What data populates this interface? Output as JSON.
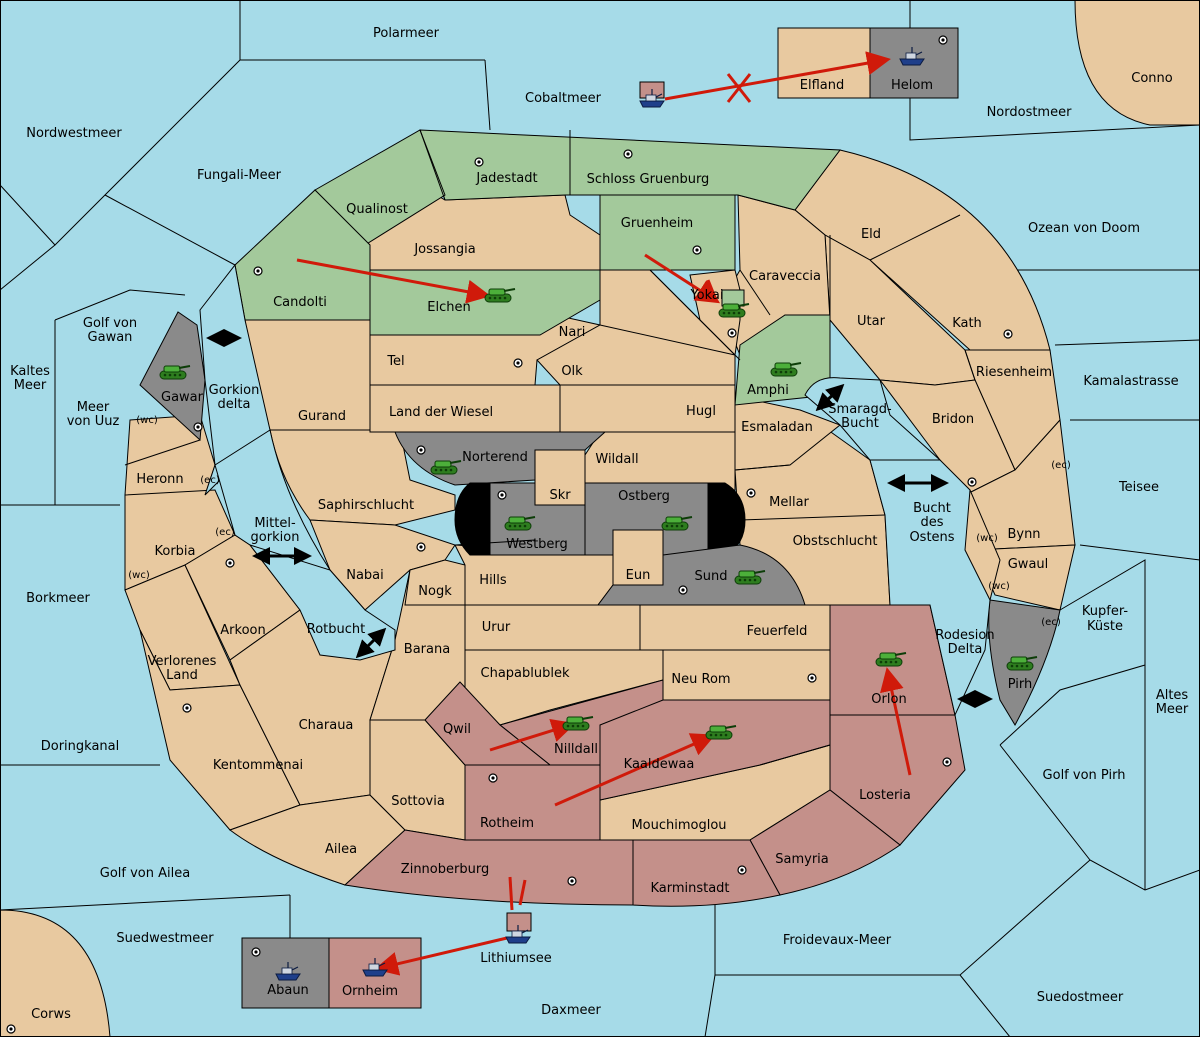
{
  "map": {
    "sea_regions": {
      "polarmeer": "Polarmeer",
      "cobaltmeer": "Cobaltmeer",
      "nordostmeer": "Nordostmeer",
      "nordwestmeer": "Nordwestmeer",
      "fungali": "Fungali-Meer",
      "ozean_doom": "Ozean von Doom",
      "kamalastrasse": "Kamalastrasse",
      "teisee": "Teisee",
      "kupfer_kueste_1": "Kupfer-",
      "kupfer_kueste_2": "Küste",
      "altes_meer_1": "Altes",
      "altes_meer_2": "Meer",
      "golf_pirh": "Golf von Pirh",
      "suedostmeer": "Suedostmeer",
      "froidevaux": "Froidevaux-Meer",
      "daxmeer": "Daxmeer",
      "lithiumsee": "Lithiumsee",
      "suedwestmeer": "Suedwestmeer",
      "golf_ailea": "Golf von Ailea",
      "doringkanal": "Doringkanal",
      "borkmeer": "Borkmeer",
      "kaltes_meer_1": "Kaltes",
      "kaltes_meer_2": "Meer",
      "meer_uuz_1": "Meer",
      "meer_uuz_2": "von Uuz",
      "golf_gawan_1": "Golf von",
      "golf_gawan_2": "Gawan",
      "gorkion_delta_1": "Gorkion",
      "gorkion_delta_2": "delta",
      "mittel_gorkion_1": "Mittel-",
      "mittel_gorkion_2": "gorkion",
      "rotbucht": "Rotbucht",
      "smaragd_1": "Smaragd-",
      "smaragd_2": "Bucht",
      "bucht_ostens_1": "Bucht",
      "bucht_ostens_2": "des",
      "bucht_ostens_3": "Ostens",
      "rodesion_1": "Rodesion",
      "rodesion_2": "Delta"
    },
    "land_regions": {
      "conno": "Conno",
      "elfland": "Elfland",
      "helom": "Helom",
      "jadestadt": "Jadestadt",
      "schloss": "Schloss Gruenburg",
      "qualinost": "Qualinost",
      "jossangia": "Jossangia",
      "gruenheim": "Gruenheim",
      "eld": "Eld",
      "candolti": "Candolti",
      "elchen": "Elchen",
      "caraveccia": "Caraveccia",
      "yokai": "Yokai",
      "nari": "Nari",
      "utar": "Utar",
      "kath": "Kath",
      "tel": "Tel",
      "olk": "Olk",
      "amphi": "Amphi",
      "riesenheim": "Riesenheim",
      "gawar": "Gawar",
      "gurand": "Gurand",
      "land_wiesel": "Land der Wiesel",
      "hugl": "Hugl",
      "esmaladan": "Esmaladan",
      "bridon": "Bridon",
      "norterend": "Norterend",
      "wildall": "Wildall",
      "heronn": "Heronn",
      "skr": "Skr",
      "ostberg": "Ostberg",
      "mellar": "Mellar",
      "saphirschlucht": "Saphirschlucht",
      "westberg": "Westberg",
      "obstschlucht": "Obstschlucht",
      "bynn": "Bynn",
      "korbia": "Korbia",
      "nabai": "Nabai",
      "hills": "Hills",
      "eun": "Eun",
      "sund": "Sund",
      "gwaul": "Gwaul",
      "nogk": "Nogk",
      "arkoon": "Arkoon",
      "urur": "Urur",
      "feuerfeld": "Feuerfeld",
      "barana": "Barana",
      "verlorenes_1": "Verlorenes",
      "verlorenes_2": "Land",
      "chapablublek": "Chapablublek",
      "neu_rom": "Neu Rom",
      "orlon": "Orlon",
      "pirh": "Pirh",
      "charaua": "Charaua",
      "qwil": "Qwil",
      "nilldall": "Nilldall",
      "kaaldewaa": "Kaaldewaa",
      "kentommenai": "Kentommenai",
      "losteria": "Losteria",
      "sottovia": "Sottovia",
      "rotheim": "Rotheim",
      "mouchimoglou": "Mouchimoglou",
      "ailea": "Ailea",
      "samyria": "Samyria",
      "zinnoberburg": "Zinnoberburg",
      "karminstadt": "Karminstadt",
      "abaun": "Abaun",
      "ornheim": "Ornheim",
      "corws": "Corws"
    },
    "coast_tags": {
      "wc": "(wc)",
      "ec": "(ec)"
    },
    "colors": {
      "sea": "#a6dbe8",
      "neutral_land": "#e8c9a0",
      "green_power": "#a3c99b",
      "red_power": "#c4908a",
      "grey_power": "#8a8a8a",
      "move_arrow": "#d01a0a"
    },
    "icons": {
      "army": "tank-icon",
      "fleet": "ship-icon",
      "supply_center": "supply-center-icon",
      "failed_move": "x-mark-icon",
      "connection": "double-arrow-icon"
    }
  }
}
